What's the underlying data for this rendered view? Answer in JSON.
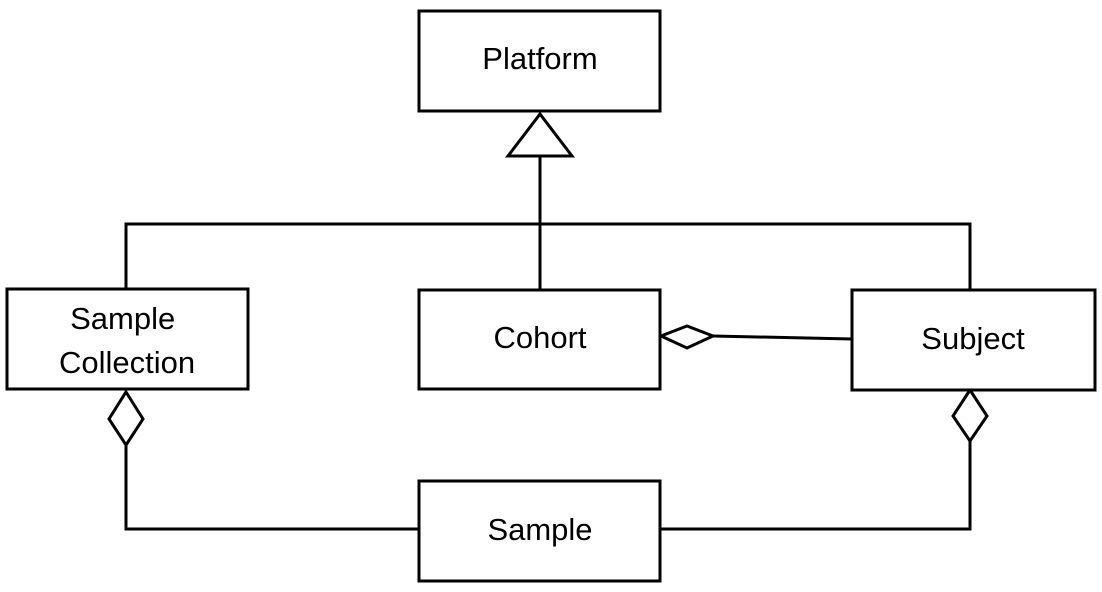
{
  "diagram": {
    "nodes": {
      "platform": {
        "label": "Platform"
      },
      "sample_collection": {
        "label_line1": "Sample",
        "label_line2": "Collection"
      },
      "cohort": {
        "label": "Cohort"
      },
      "subject": {
        "label": "Subject"
      },
      "sample": {
        "label": "Sample"
      }
    },
    "relationships": [
      {
        "type": "generalization",
        "from": "Sample Collection",
        "to": "Platform"
      },
      {
        "type": "generalization",
        "from": "Cohort",
        "to": "Platform"
      },
      {
        "type": "generalization",
        "from": "Subject",
        "to": "Platform"
      },
      {
        "type": "aggregation",
        "whole": "Cohort",
        "part": "Subject"
      },
      {
        "type": "aggregation",
        "whole": "Sample Collection",
        "part": "Sample"
      },
      {
        "type": "aggregation",
        "whole": "Subject",
        "part": "Sample"
      }
    ],
    "colors": {
      "stroke": "#000000",
      "fill": "#ffffff",
      "text": "#000000"
    }
  }
}
